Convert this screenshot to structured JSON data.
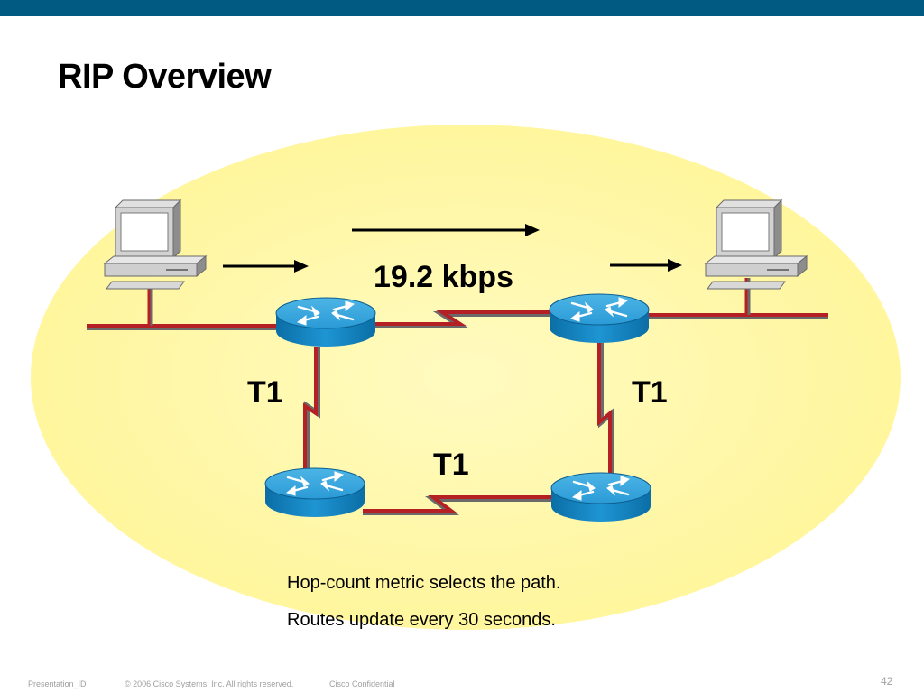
{
  "slide": {
    "title": "RIP Overview",
    "colors": {
      "top_bar": "#005a82",
      "background_oval": "#fff9a6",
      "link": "#b52025",
      "router": "#1b88c4"
    }
  },
  "diagram": {
    "nodes": [
      {
        "id": "pc-left",
        "type": "workstation-icon"
      },
      {
        "id": "pc-right",
        "type": "workstation-icon"
      },
      {
        "id": "router-top-left",
        "type": "router-icon"
      },
      {
        "id": "router-top-right",
        "type": "router-icon"
      },
      {
        "id": "router-bottom-left",
        "type": "router-icon"
      },
      {
        "id": "router-bottom-right",
        "type": "router-icon"
      }
    ],
    "links": [
      {
        "from": "router-top-left",
        "to": "router-top-right",
        "label": "19.2 kbps"
      },
      {
        "from": "router-top-left",
        "to": "router-bottom-left",
        "label": "T1"
      },
      {
        "from": "router-top-right",
        "to": "router-bottom-right",
        "label": "T1"
      },
      {
        "from": "router-bottom-left",
        "to": "router-bottom-right",
        "label": "T1"
      }
    ],
    "notes": [
      "Hop-count metric selects the path.",
      "Routes update every 30 seconds."
    ]
  },
  "footer": {
    "presentation_id": "Presentation_ID",
    "copyright": "© 2006 Cisco Systems, Inc. All rights reserved.",
    "confidential": "Cisco Confidential",
    "page_number": "42"
  }
}
